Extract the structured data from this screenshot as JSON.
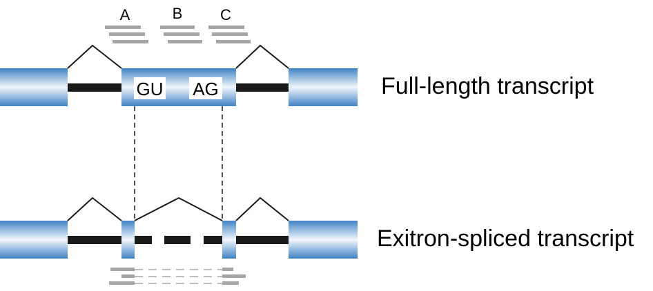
{
  "read_labels": [
    "A",
    "B",
    "C"
  ],
  "motifs": {
    "donor": "GU",
    "acceptor": "AG"
  },
  "transcripts": {
    "full": {
      "label": "Full-length transcript"
    },
    "spliced": {
      "label": "Exitron-spliced transcript"
    }
  },
  "colors": {
    "exon_blue": "#3f82c4",
    "exon_highlight": "#f2f7fc",
    "intron_line": "#1a1a1a",
    "read_gray": "#a6a6a6",
    "splice_line": "#1a1a1a"
  }
}
